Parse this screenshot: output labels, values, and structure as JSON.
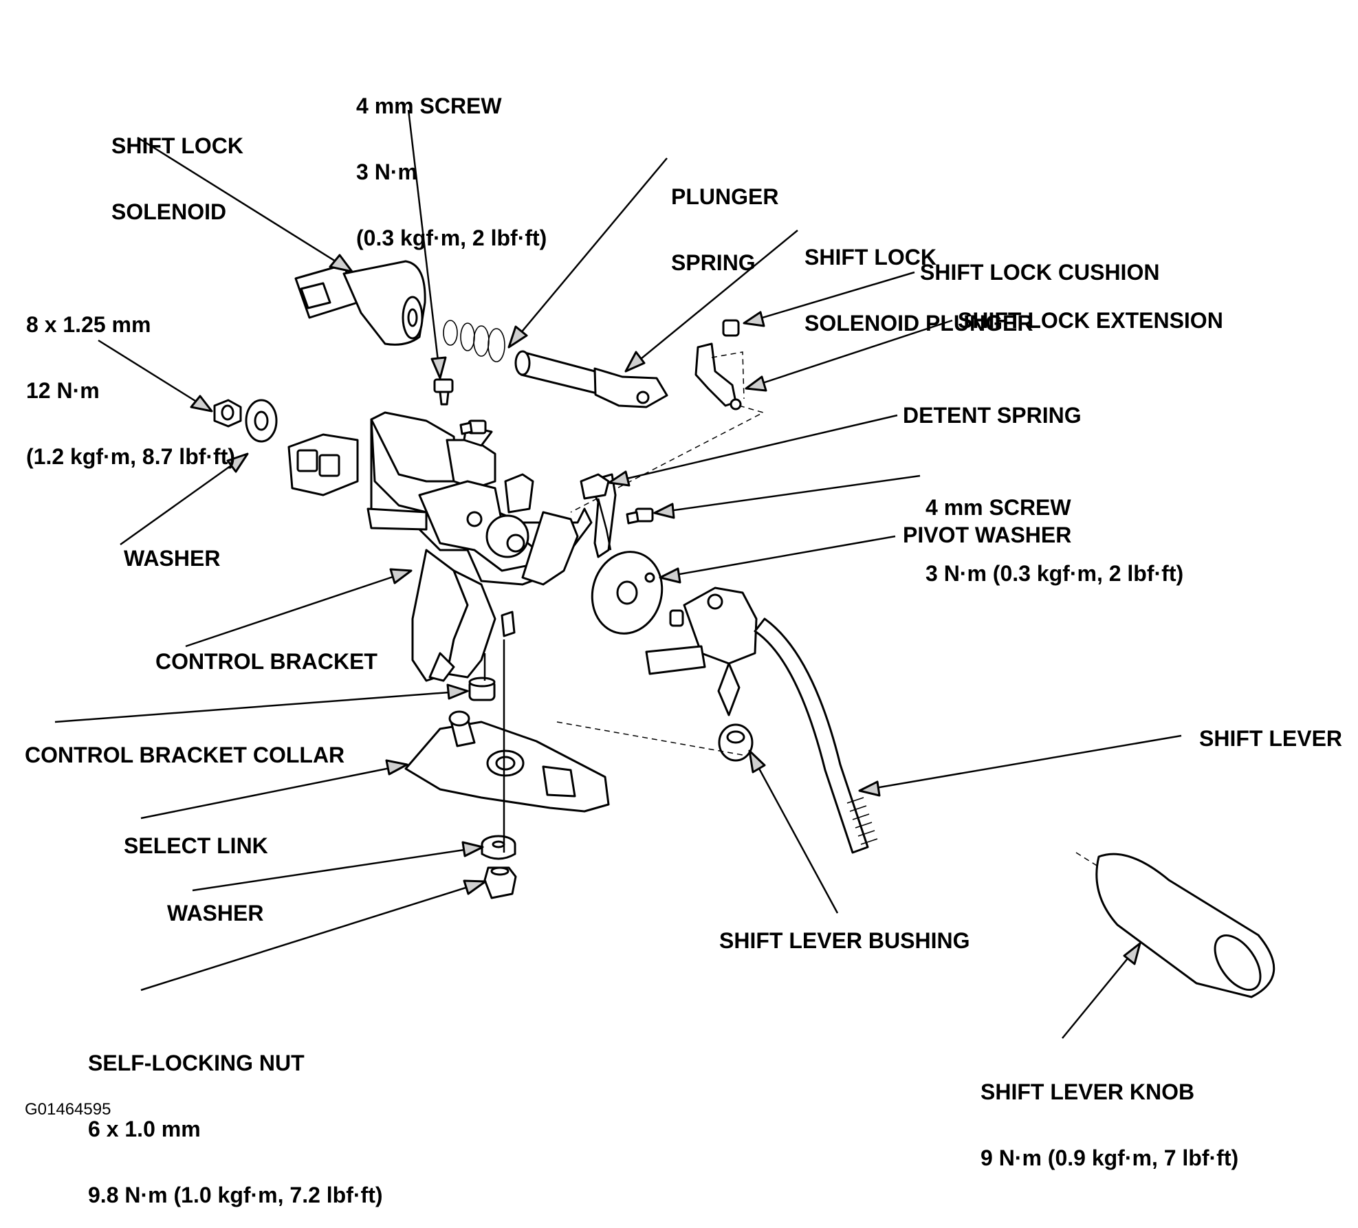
{
  "figure_id": "G01464595",
  "labels": {
    "shift_lock_solenoid": [
      "SHIFT LOCK",
      "SOLENOID"
    ],
    "screw_top": [
      "4 mm SCREW",
      "3 N·m",
      "(0.3 kgf·m, 2 lbf·ft)"
    ],
    "plunger_spring": [
      "PLUNGER",
      "SPRING"
    ],
    "shift_lock_solenoid_plunger": [
      "SHIFT LOCK",
      "SOLENOID PLUNGER"
    ],
    "shift_lock_cushion": "SHIFT LOCK CUSHION",
    "shift_lock_extension": "SHIFT LOCK EXTENSION",
    "bolt_8mm": [
      "8 x 1.25 mm",
      "12 N·m",
      "(1.2 kgf·m, 8.7 lbf·ft)"
    ],
    "detent_spring": "DETENT SPRING",
    "screw_mid": [
      "4 mm SCREW",
      "3 N·m (0.3 kgf·m, 2 lbf·ft)"
    ],
    "pivot_washer": "PIVOT WASHER",
    "washer_left": "WASHER",
    "control_bracket": "CONTROL BRACKET",
    "control_bracket_collar": "CONTROL BRACKET COLLAR",
    "shift_lever": "SHIFT LEVER",
    "select_link": "SELECT LINK",
    "washer_bottom": "WASHER",
    "shift_lever_bushing": "SHIFT LEVER BUSHING",
    "self_locking_nut": [
      "SELF-LOCKING NUT",
      "6 x 1.0 mm",
      "9.8 N·m (1.0 kgf·m, 7.2 lbf·ft)"
    ],
    "shift_lever_knob": [
      "SHIFT LEVER KNOB",
      "9 N·m (0.9 kgf·m, 7 lbf·ft)"
    ]
  }
}
